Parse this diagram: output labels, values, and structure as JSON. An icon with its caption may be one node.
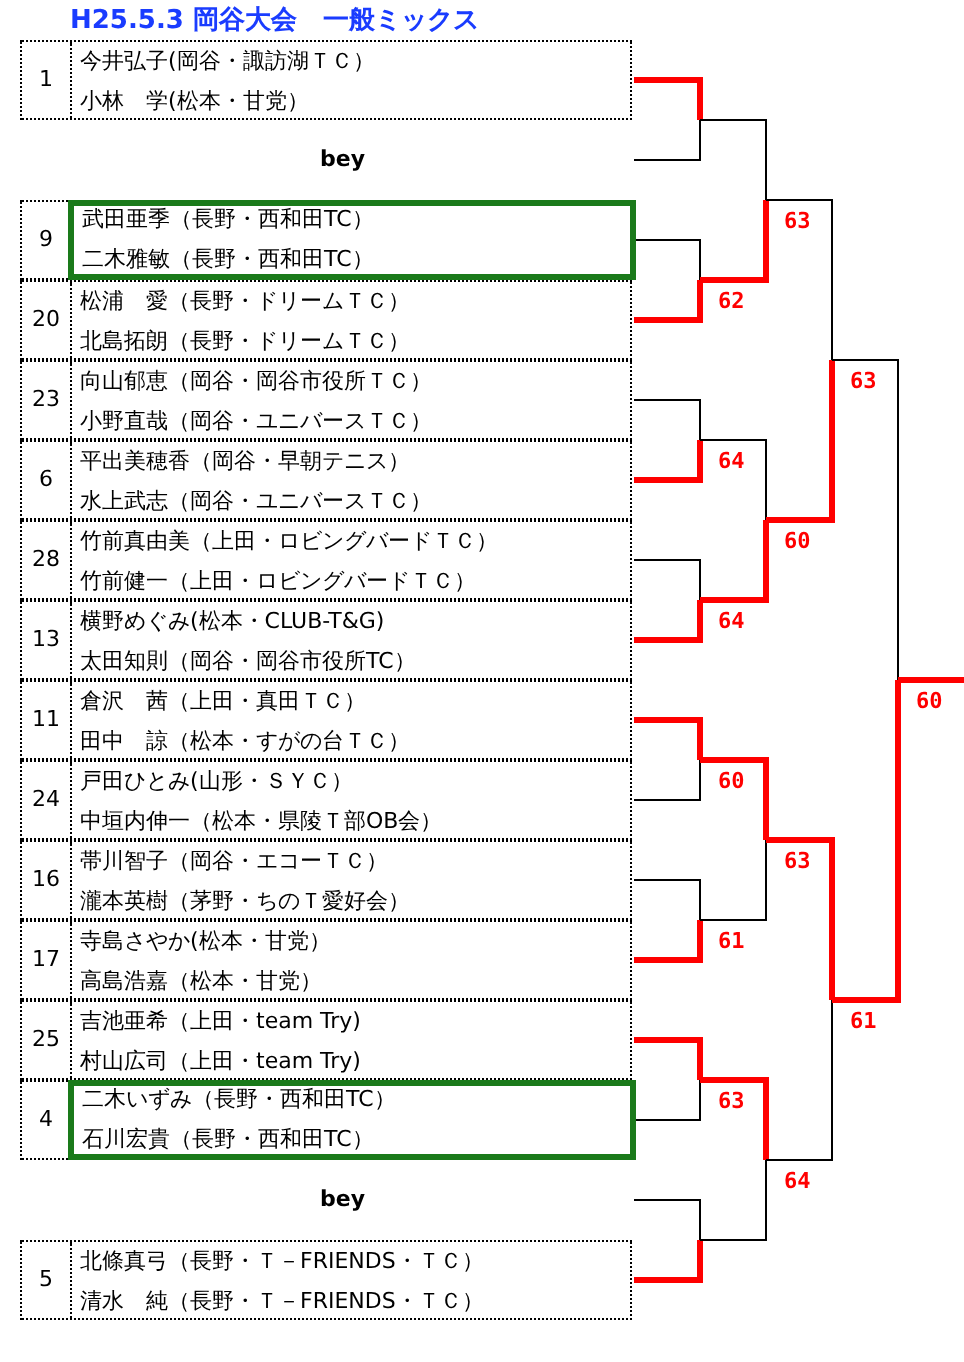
{
  "diagram": {
    "title": "H25.5.3 岡谷大会　一般ミックス",
    "nodes": [
      {
        "text": [
          "1",
          "今井弘子(岡谷・諏訪湖ＴＣ）",
          "小林　学(松本・甘党）"
        ]
      },
      {
        "text": [
          "9",
          "武田亜季（長野・西和田TC）",
          "二木雅敏（長野・西和田TC）"
        ]
      },
      {
        "text": [
          "20",
          "松浦　愛（長野・ドリームＴＣ）",
          "北島拓朗（長野・ドリームＴＣ）"
        ]
      },
      {
        "text": [
          "23",
          "向山郁恵（岡谷・岡谷市役所ＴＣ）",
          "小野直哉（岡谷・ユニバースＴＣ）"
        ]
      },
      {
        "text": [
          "6",
          "平出美穂香（岡谷・早朝テニス）",
          "水上武志（岡谷・ユニバースＴＣ）"
        ]
      },
      {
        "text": [
          "28",
          "竹前真由美（上田・ロビングバードＴＣ）",
          "竹前健一（上田・ロビングバードＴＣ）"
        ]
      },
      {
        "text": [
          "13",
          "横野めぐみ(松本・CLUB-T&G)",
          "太田知則（岡谷・岡谷市役所TC）"
        ]
      },
      {
        "text": [
          "11",
          "倉沢　茜（上田・真田ＴＣ）",
          "田中　諒（松本・すがの台ＴＣ）"
        ]
      },
      {
        "text": [
          "24",
          "戸田ひとみ(山形・ＳＹＣ）",
          "中垣内伸一（松本・県陵Ｔ部OB会）"
        ]
      },
      {
        "text": [
          "16",
          "帯川智子（岡谷・エコーＴＣ）",
          "瀧本英樹（茅野・ちのＴ愛好会）"
        ]
      },
      {
        "text": [
          "17",
          "寺島さやか(松本・甘党）",
          "高島浩嘉（松本・甘党）"
        ]
      },
      {
        "text": [
          "25",
          "吉池亜希（上田・team Try)",
          "村山広司（上田・team Try)"
        ]
      },
      {
        "text": [
          "4",
          "二木いずみ（長野・西和田TC）",
          "石川宏貴（長野・西和田TC）"
        ]
      },
      {
        "text": [
          "5",
          "北條真弓（長野・Ｔ－FRIENDS・ＴＣ）",
          "清水　純（長野・Ｔ－FRIENDS・ＴＣ）"
        ]
      }
    ],
    "labels": [
      "bey",
      "63",
      "62",
      "63",
      "64",
      "60",
      "64",
      "60",
      "60",
      "63",
      "61",
      "61",
      "63",
      "64",
      "bey"
    ]
  }
}
